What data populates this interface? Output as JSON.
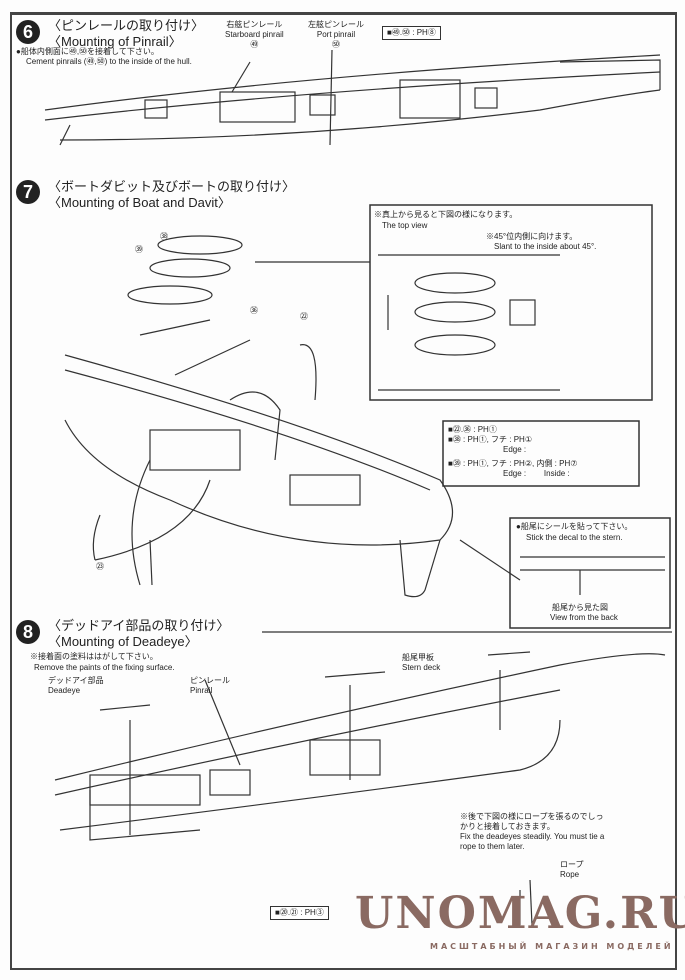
{
  "step6": {
    "number": "6",
    "title_jp": "〈ピンレールの取り付け〉",
    "title_en": "〈Mounting of Pinrail〉",
    "note_jp": "●船体内側面に㊾,㊿を接着して下さい。",
    "note_en": "Cement pinrails (㊾,㊿) to the inside of the hull.",
    "starboard_jp": "右舷ピンレール",
    "starboard_en": "Starboard pinrail",
    "starboard_part": "㊾",
    "port_jp": "左舷ピンレール",
    "port_en": "Port pinrail",
    "port_part": "㊿",
    "paint_code": "■㊾.㊿ : PH⑧"
  },
  "step7": {
    "number": "7",
    "title_jp": "〈ボートダビット及びボートの取り付け〉",
    "title_en": "〈Mounting of Boat and Davit〉",
    "topview_note_jp": "※真上から見ると下図の様になります。",
    "topview_note_en": "The top view",
    "slant_jp": "※45°位内側に向けます。",
    "slant_en": "Slant to the inside about 45°.",
    "paint_lines": [
      {
        "jp": "■㉒.㊱ : PH①",
        "en": ""
      },
      {
        "jp": "■㊳ : PH①, フチ : PH①",
        "en": "Edge :"
      },
      {
        "jp": "■㊴ : PH①, フチ : PH②, 内側 : PH⑦",
        "en": "Edge :        Inside :"
      }
    ],
    "decal_jp": "●船尾にシールを貼って下さい。",
    "decal_en": "Stick the decal to the stern.",
    "back_view_jp": "船尾から見た図",
    "back_view_en": "View from the back",
    "parts": [
      "㊳",
      "㊴",
      "㊱",
      "㉒",
      "㉓"
    ]
  },
  "step8": {
    "number": "8",
    "title_jp": "〈デッドアイ部品の取り付け〉",
    "title_en": "〈Mounting of Deadeye〉",
    "note_jp": "※接着面の塗料ははがして下さい。",
    "note_en": "Remove the paints of the fixing surface.",
    "deadeye_jp": "デッドアイ部品",
    "deadeye_en": "Deadeye",
    "pinrail_jp": "ピンレール",
    "pinrail_en": "Pinrail",
    "stern_jp": "船尾甲板",
    "stern_en": "Stern deck",
    "rope_note_jp": "※後で下図の様にロープを張るのでしっかりと接着しておきます。",
    "rope_note_en": "Fix the deadeyes steadily. You must tie a rope to them later.",
    "rope_jp": "ロープ",
    "rope_en": "Rope",
    "paint_code": "■⑳.㉑ : PH③"
  },
  "watermark": {
    "text": "UNOMAG.RU",
    "sub": "МАСШТАБНЫЙ МАГАЗИН МОДЕЛЕЙ"
  }
}
